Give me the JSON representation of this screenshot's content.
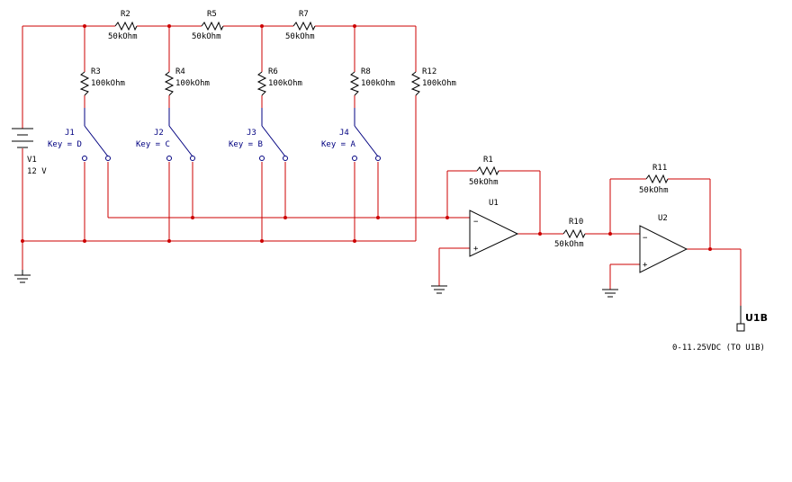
{
  "components": {
    "V1": {
      "ref": "V1",
      "value": "12 V"
    },
    "R2": {
      "ref": "R2",
      "value": "50kOhm"
    },
    "R5": {
      "ref": "R5",
      "value": "50kOhm"
    },
    "R7": {
      "ref": "R7",
      "value": "50kOhm"
    },
    "R3": {
      "ref": "R3",
      "value": "100kOhm"
    },
    "R4": {
      "ref": "R4",
      "value": "100kOhm"
    },
    "R6": {
      "ref": "R6",
      "value": "100kOhm"
    },
    "R8": {
      "ref": "R8",
      "value": "100kOhm"
    },
    "R12": {
      "ref": "R12",
      "value": "100kOhm"
    },
    "J1": {
      "ref": "J1",
      "key": "Key = D"
    },
    "J2": {
      "ref": "J2",
      "key": "Key = C"
    },
    "J3": {
      "ref": "J3",
      "key": "Key = B"
    },
    "J4": {
      "ref": "J4",
      "key": "Key = A"
    },
    "R1": {
      "ref": "R1",
      "value": "50kOhm"
    },
    "R10": {
      "ref": "R10",
      "value": "50kOhm"
    },
    "R11": {
      "ref": "R11",
      "value": "50kOhm"
    },
    "U1": {
      "ref": "U1"
    },
    "U2": {
      "ref": "U2"
    },
    "opamp_pins": {
      "minus": "−",
      "plus": "+"
    }
  },
  "output": {
    "label": "U1B",
    "note": "0-11.25VDC (TO U1B)"
  },
  "colors": {
    "wire": "#cc0000",
    "component": "#000000",
    "switch": "#000080"
  }
}
